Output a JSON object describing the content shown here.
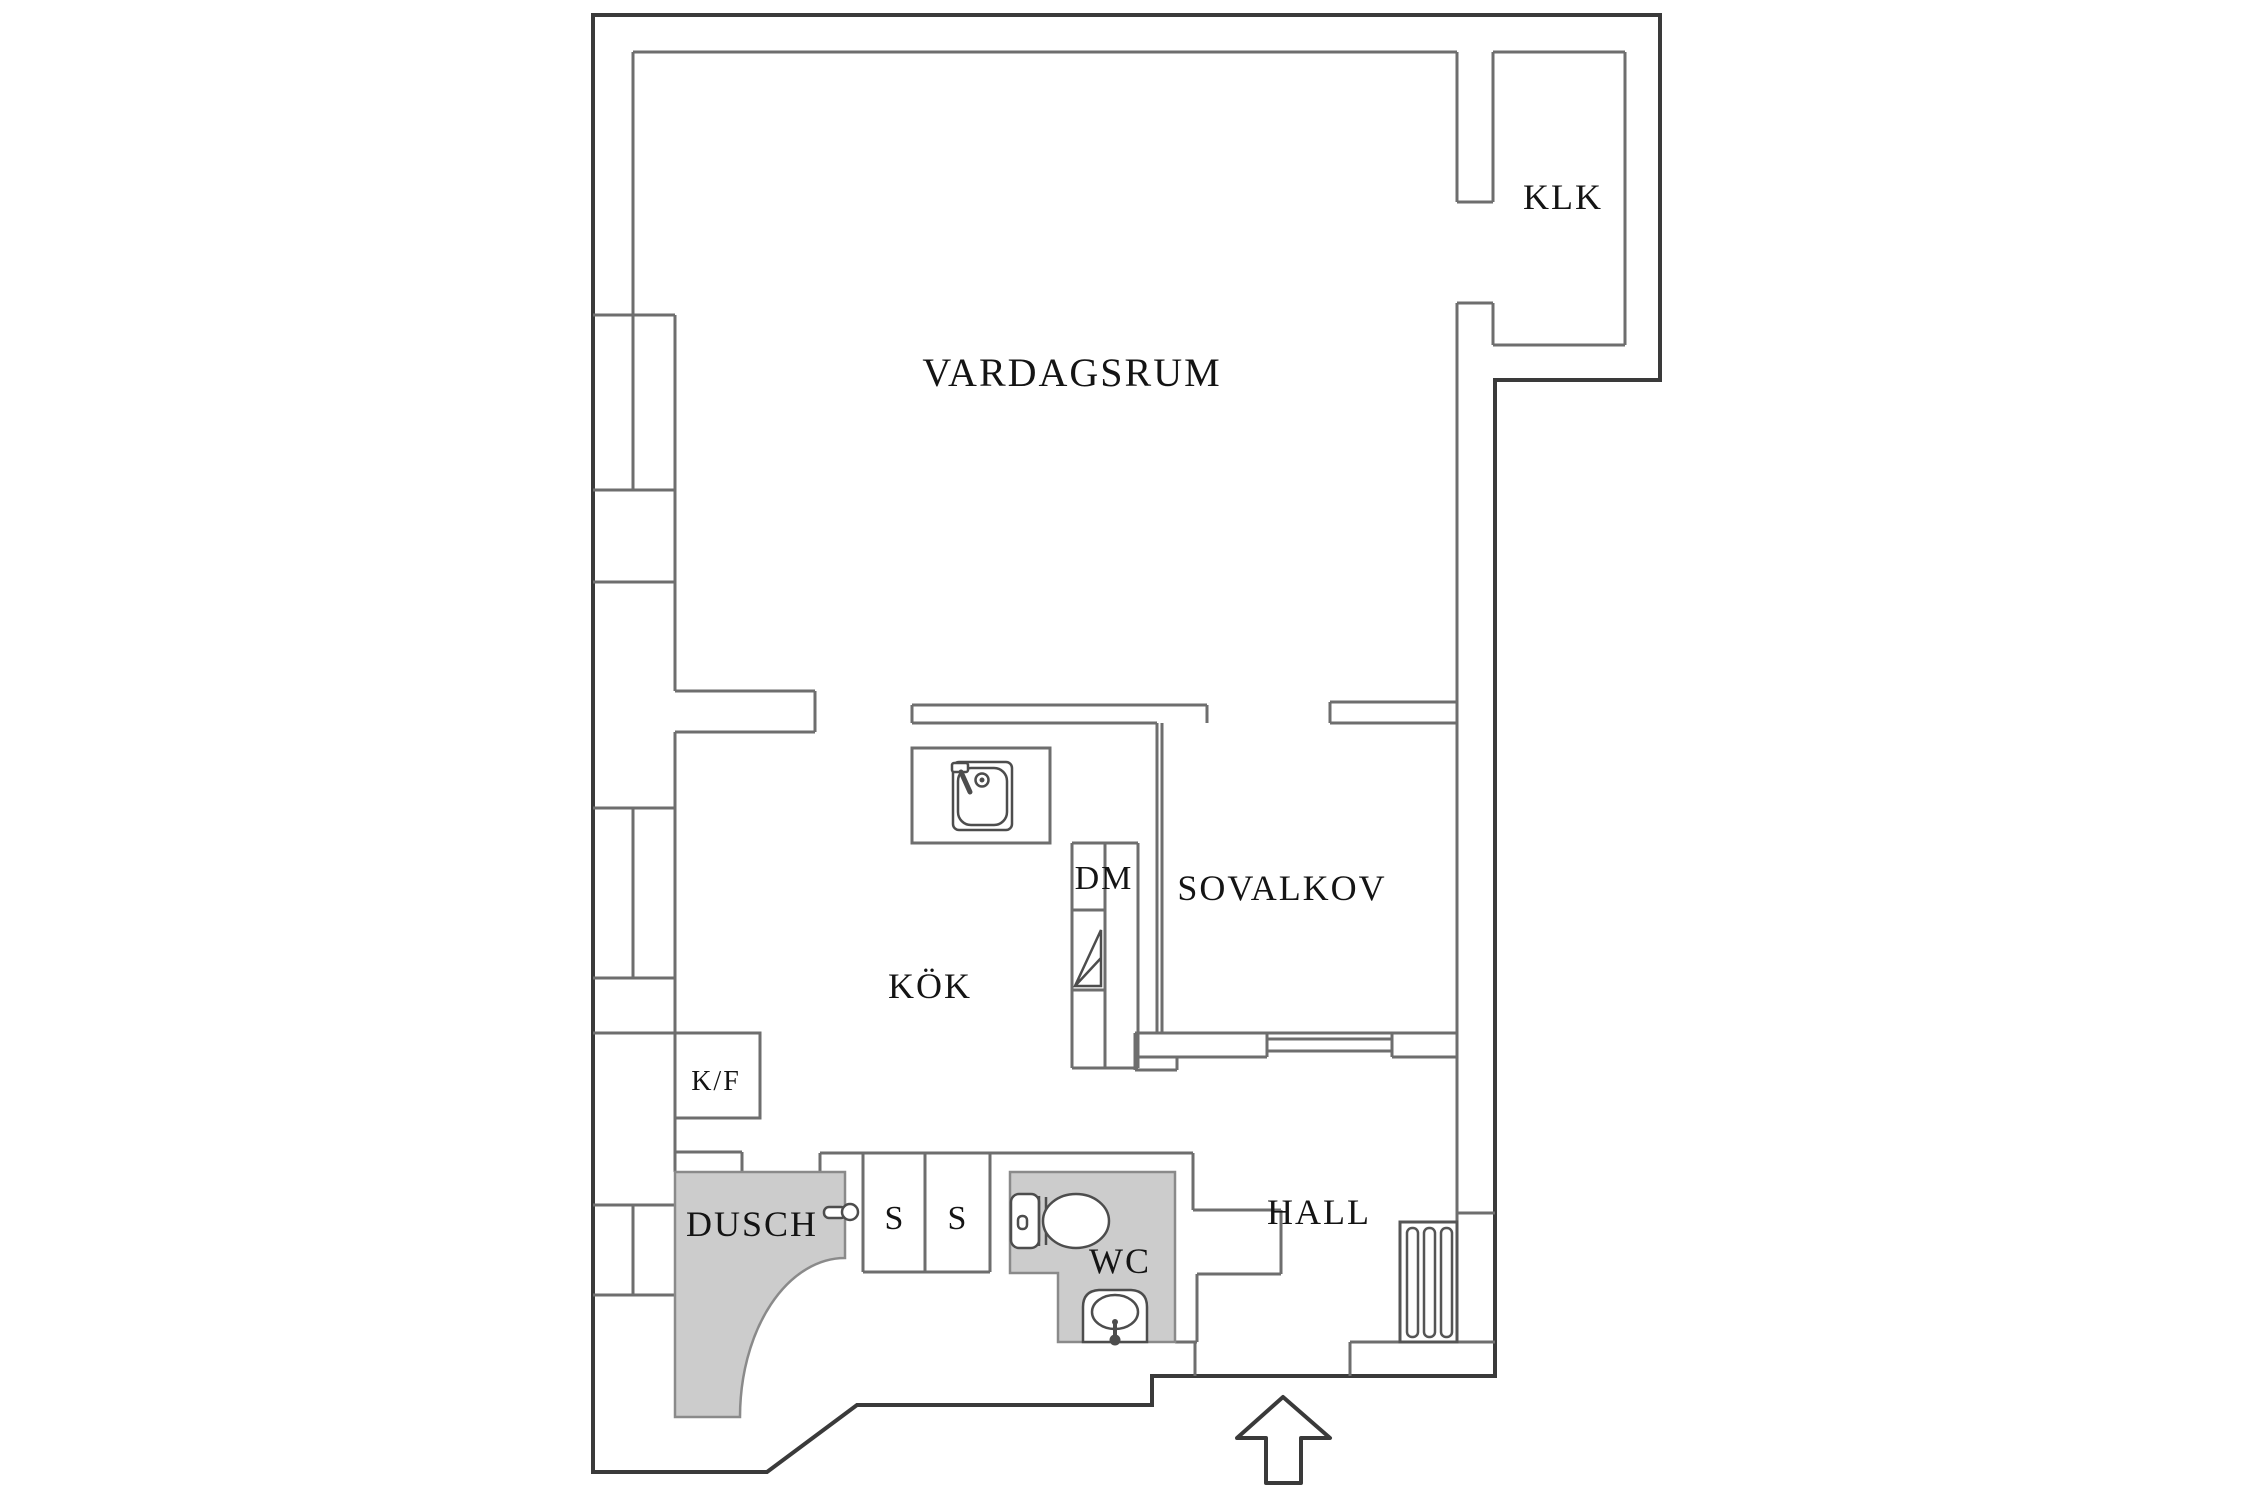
{
  "floorplan": {
    "background_color": "#ffffff",
    "wall_line_color": "#6e6e6e",
    "outline_color": "#3a3a3a",
    "wet_room_fill_color": "#cccccc",
    "label_color": "#141414",
    "labels": {
      "vardagsrum": "VARDAGSRUM",
      "klk": "KLK",
      "sovalkov": "SOVALKOV",
      "kok": "KÖK",
      "dm": "DM",
      "kf": "K/F",
      "dusch": "DUSCH",
      "s_left": "S",
      "s_right": "S",
      "wc": "WC",
      "hall": "HALL"
    },
    "icons": {
      "kitchen_sink": "kitchen-sink-icon",
      "dishwasher_door": "door-swing-wedge-icon",
      "shower_door_arc": "door-swing-arc-icon",
      "shower_door_handle": "door-handle-icon",
      "toilet": "toilet-icon",
      "washbasin": "washbasin-icon",
      "radiator": "radiator-icon",
      "entrance_arrow": "entrance-arrow-icon",
      "window": "window-symbol"
    }
  }
}
